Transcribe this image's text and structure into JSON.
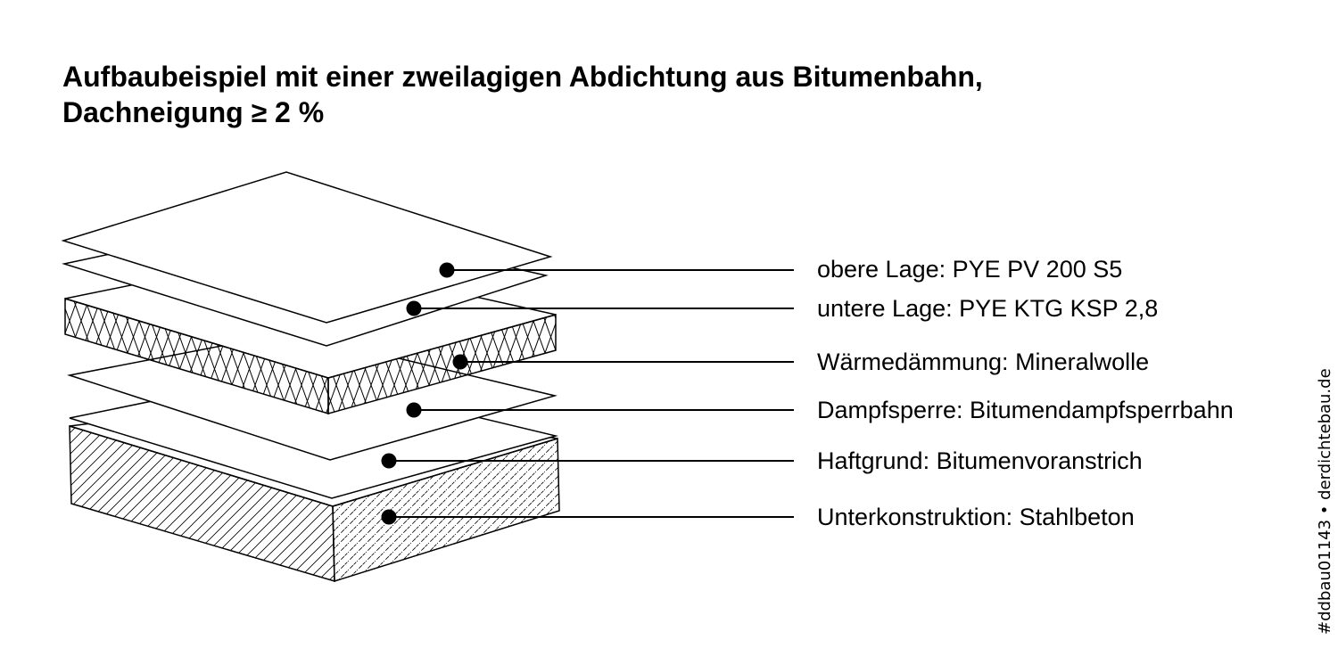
{
  "title": {
    "line1": "Aufbaubeispiel mit einer zweilagigen Abdichtung aus Bitumenbahn,",
    "line2": "Dachneigung ≥ 2 %"
  },
  "layers": [
    {
      "id": "obere-lage",
      "label": "obere Lage: PYE PV 200 S5"
    },
    {
      "id": "untere-lage",
      "label": "untere Lage: PYE KTG KSP 2,8"
    },
    {
      "id": "waermedaemmung",
      "label": "Wärmedämmung: Mineralwolle"
    },
    {
      "id": "dampfsperre",
      "label": "Dampfsperre: Bitumendampfsperrbahn"
    },
    {
      "id": "haftgrund",
      "label": "Haftgrund: Bitumenvoranstrich"
    },
    {
      "id": "unterkonstruktion",
      "label": "Unterkonstruktion: Stahlbeton"
    }
  ],
  "credit": "#ddbau01143 • derdichtebau.de",
  "colors": {
    "line": "#000000",
    "background": "#ffffff"
  }
}
